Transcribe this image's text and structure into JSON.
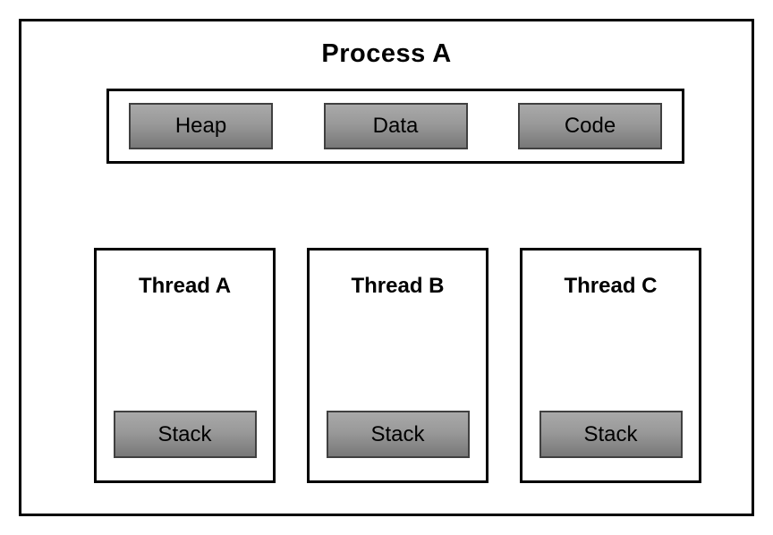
{
  "process": {
    "title": "Process A",
    "segments": [
      {
        "label": "Heap"
      },
      {
        "label": "Data"
      },
      {
        "label": "Code"
      }
    ],
    "threads": [
      {
        "title": "Thread A",
        "stack_label": "Stack"
      },
      {
        "title": "Thread B",
        "stack_label": "Stack"
      },
      {
        "title": "Thread C",
        "stack_label": "Stack"
      }
    ]
  },
  "colors": {
    "frame_border": "#000000",
    "box_border": "#404040",
    "box_gradient_top": "#a9a9a9",
    "box_gradient_bottom": "#787878",
    "text": "#000000",
    "background": "#ffffff"
  }
}
